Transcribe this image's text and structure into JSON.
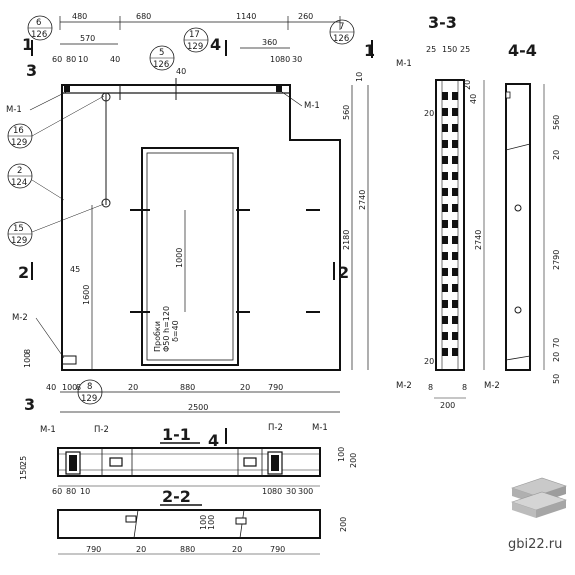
{
  "sheet": {
    "elevation": {
      "top_dims": [
        "480",
        "680",
        "1140",
        "260"
      ],
      "sub_dims": [
        "570",
        "360",
        "40",
        "40"
      ],
      "small_left": [
        "60",
        "80",
        "10"
      ],
      "small_right": [
        "10",
        "80",
        "30"
      ],
      "right_dims": [
        "10",
        "560",
        "2180",
        "2740"
      ],
      "inner_dims": [
        "1000",
        "1600",
        "45"
      ],
      "bottom_dims": [
        "40",
        "100",
        "8",
        "20",
        "880",
        "20",
        "790",
        "2500"
      ],
      "left_small": [
        "100",
        "8"
      ],
      "opening_note": [
        "Пробки",
        "Φ50 h=120",
        "δ=40"
      ],
      "labels": [
        "М-1",
        "М-1",
        "М-2"
      ],
      "section_marks": [
        "1",
        "1",
        "2",
        "2",
        "3",
        "3",
        "4"
      ],
      "bubbles": [
        {
          "top": "6",
          "bottom": "126"
        },
        {
          "top": "5",
          "bottom": "126"
        },
        {
          "top": "17",
          "bottom": "129"
        },
        {
          "top": "7",
          "bottom": "126"
        },
        {
          "top": "16",
          "bottom": "129"
        },
        {
          "top": "2",
          "bottom": "124"
        },
        {
          "top": "15",
          "bottom": "129"
        },
        {
          "top": "8",
          "bottom": "129"
        }
      ]
    },
    "section33": {
      "title": "3-3",
      "top_dims": [
        "25",
        "150",
        "25"
      ],
      "labels": [
        "М-1",
        "М-2",
        "М-2"
      ],
      "side_dims": [
        "40",
        "20",
        "20",
        "2740",
        "20"
      ],
      "bottom_dims": [
        "8",
        "8",
        "200"
      ]
    },
    "section44": {
      "title": "4-4",
      "dims": [
        "560",
        "20",
        "2790",
        "20",
        "50",
        "70"
      ]
    },
    "section11": {
      "title": "1-1",
      "mark": "4",
      "labels": [
        "М-1",
        "П-2",
        "П-2",
        "М-1"
      ],
      "left_dims": [
        "25",
        "150"
      ],
      "bottom_left": [
        "60",
        "80",
        "10"
      ],
      "bottom_right": [
        "10",
        "80",
        "30",
        "300"
      ],
      "right_dims": [
        "100",
        "200"
      ]
    },
    "section22": {
      "title": "2-2",
      "dims": [
        "790",
        "20",
        "880",
        "20",
        "790"
      ],
      "right_dims": [
        "100",
        "100",
        "200"
      ]
    },
    "watermark": "gbi22.ru"
  }
}
